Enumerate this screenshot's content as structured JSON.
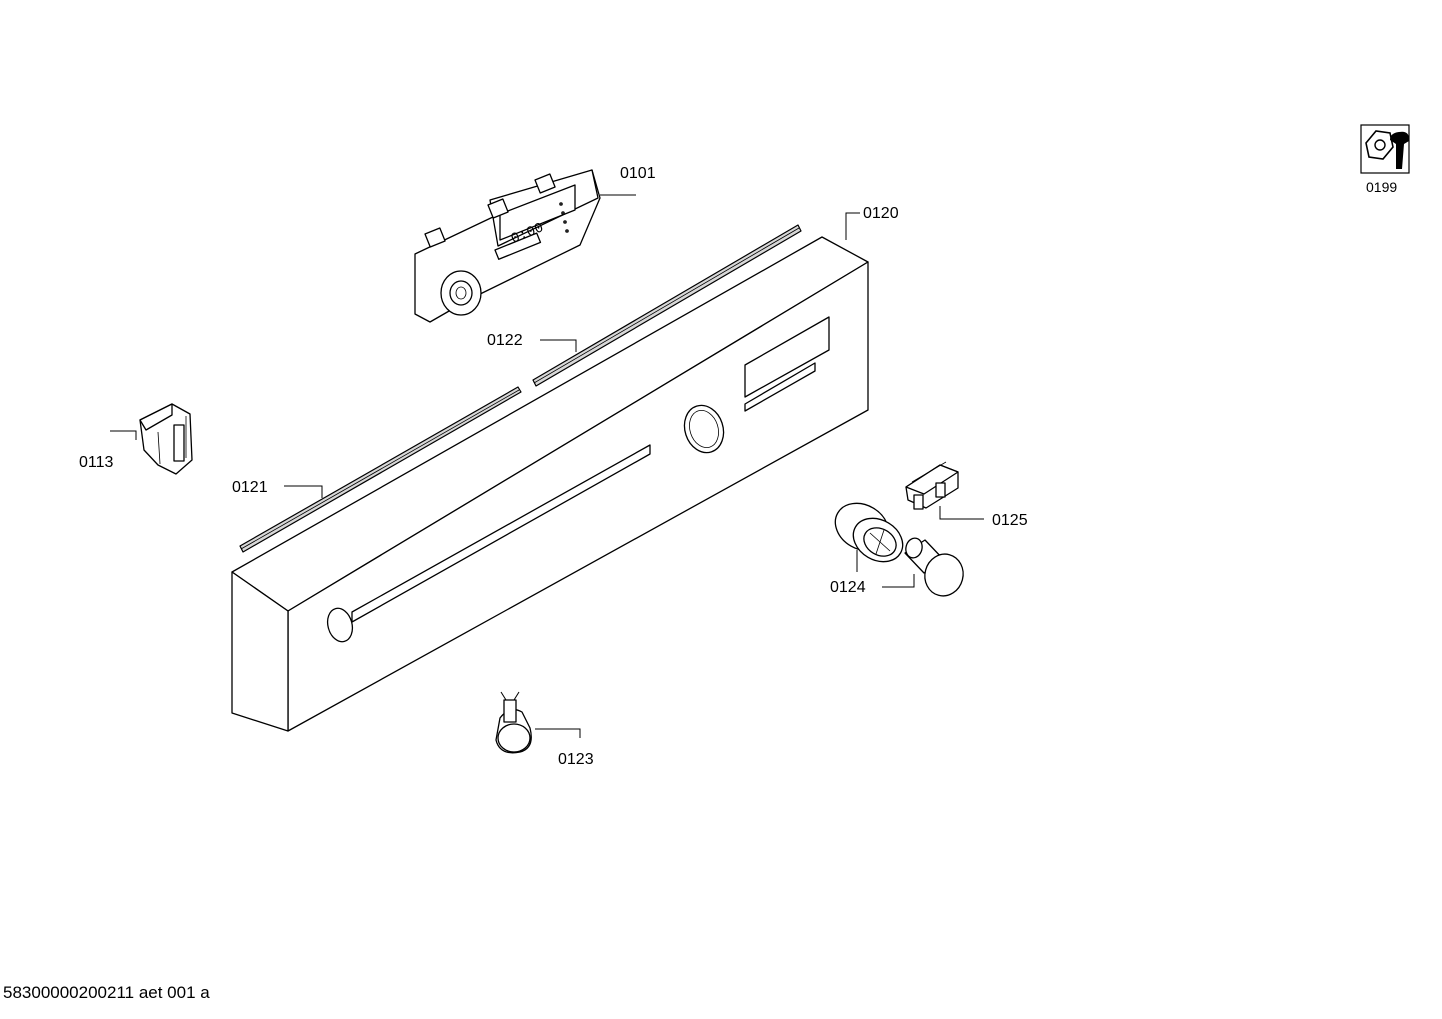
{
  "diagram": {
    "parts": [
      {
        "id": "p0101",
        "label": "0101"
      },
      {
        "id": "p0120",
        "label": "0120"
      },
      {
        "id": "p0122",
        "label": "0122"
      },
      {
        "id": "p0113",
        "label": "0113"
      },
      {
        "id": "p0121",
        "label": "0121"
      },
      {
        "id": "p0125",
        "label": "0125"
      },
      {
        "id": "p0124",
        "label": "0124"
      },
      {
        "id": "p0123",
        "label": "0123"
      }
    ],
    "service_kit": {
      "label": "0199",
      "icon": "nut-wrench-icon"
    },
    "footer": "58300000200211 aet 001 a"
  }
}
